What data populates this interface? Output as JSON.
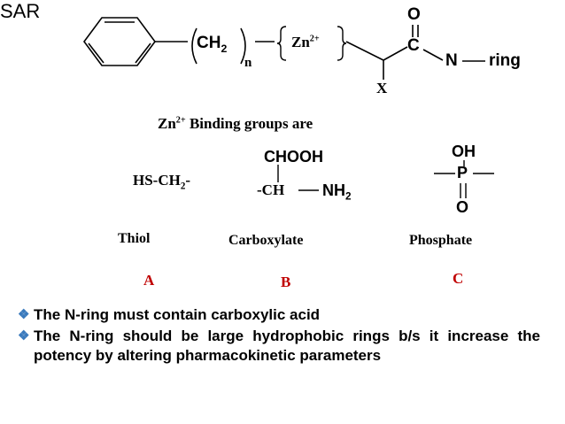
{
  "slide": {
    "heading": "SAR"
  },
  "structure": {
    "ch2_label": "CH",
    "ch2_sub": "2",
    "n_label": "n",
    "zn_label": "Zn",
    "zn_sup": "2+",
    "o_label": "O",
    "c_label": "C",
    "n_atom": "N",
    "ring_label": "ring",
    "x_label": "X"
  },
  "binding": {
    "heading_zn": "Zn",
    "heading_sup": "2+",
    "heading_rest": " Binding groups are",
    "thiol_formula": "HS-CH",
    "thiol_sub": "2",
    "thiol_tail": "-",
    "carboxylate_top": "CHOOH",
    "carboxylate_ch": "-CH",
    "carboxylate_nh": "NH",
    "carboxylate_nh_sub": "2",
    "phosphate_oh": "OH",
    "phosphate_p": "P",
    "phosphate_o": "O",
    "names": [
      "Thiol",
      "Carboxylate",
      "Phosphate"
    ],
    "letters": [
      "A",
      "B",
      "C"
    ],
    "letter_color": "#c00000"
  },
  "bullets": [
    "The N-ring must contain carboxylic acid",
    "The N-ring should be large hydrophobic rings b/s it increase the potency by altering pharmacokinetic parameters"
  ],
  "bullet_color": "#3a7abd"
}
